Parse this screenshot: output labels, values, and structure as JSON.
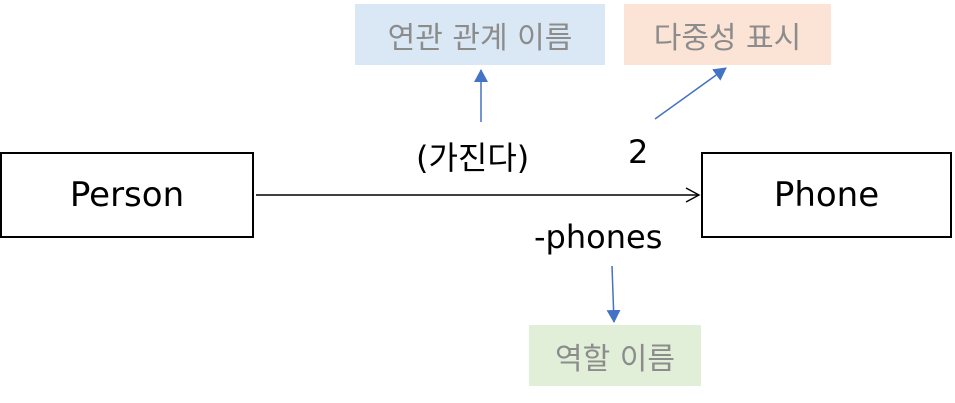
{
  "classes": {
    "person": "Person",
    "phone": "Phone"
  },
  "association": {
    "name": "(가진다)",
    "multiplicity": "2",
    "role": "-phones"
  },
  "notes": {
    "association_name": {
      "text": "연관 관계 이름",
      "bg": "#dae8f5",
      "fg": "#8c8c8c"
    },
    "multiplicity": {
      "text": "다중성 표시",
      "bg": "#fbe3d6",
      "fg": "#8c8c8c"
    },
    "role_name": {
      "text": "역할 이름",
      "bg": "#e1efd9",
      "fg": "#8c8c8c"
    }
  },
  "colors": {
    "pointer_arrow": "#4472c4",
    "association_line": "#000000"
  }
}
